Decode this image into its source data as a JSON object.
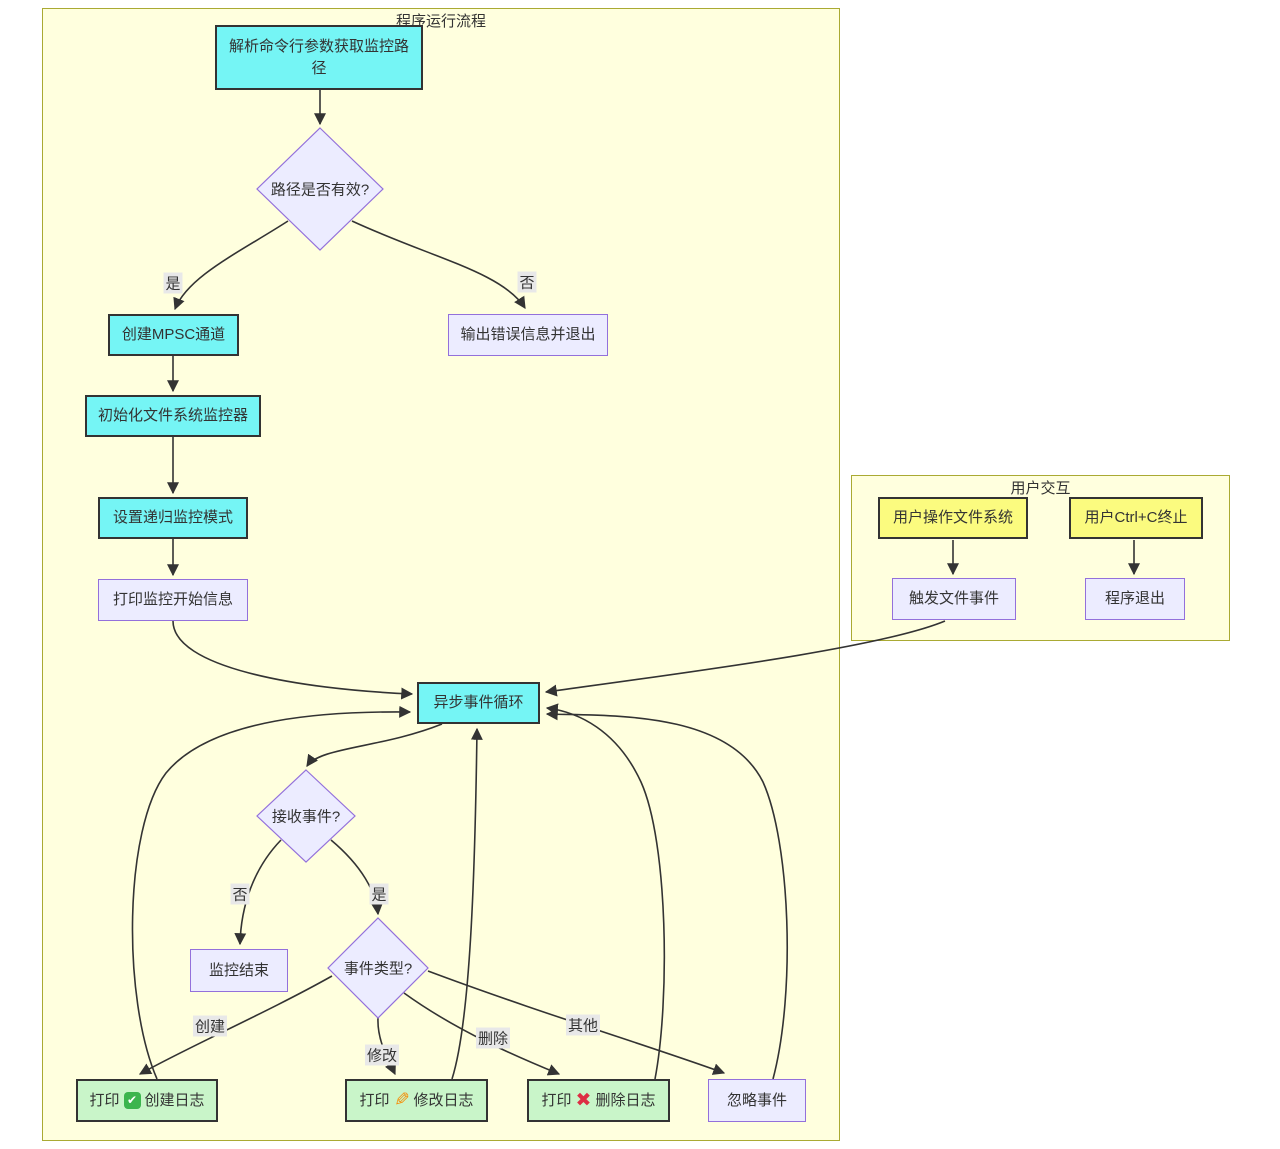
{
  "colors": {
    "node_highlight": "#75f5f5",
    "node_default": "#ececff",
    "node_default_border": "#9370db",
    "node_success": "#c9f5c9",
    "node_user": "#fbfb7f",
    "dark_border": "#333333",
    "cluster_bg": "#ffffde",
    "cluster_border": "#aaaa33",
    "edge": "#333333",
    "label_bg": "#e8e8e8",
    "text": "#333333",
    "icon_check_bg": "#3cb54e",
    "icon_pencil": "#f4900c",
    "icon_cross": "#dd2e44"
  },
  "subgraphs": {
    "main": {
      "title": "程序运行流程"
    },
    "user": {
      "title": "用户交互"
    }
  },
  "nodes": {
    "parse_args": {
      "label": "解析命令行参数获取监控路径"
    },
    "path_valid": {
      "label": "路径是否有效?"
    },
    "create_channel": {
      "label": "创建MPSC通道"
    },
    "error_exit": {
      "label": "输出错误信息并退出"
    },
    "init_watcher": {
      "label": "初始化文件系统监控器"
    },
    "set_recursive": {
      "label": "设置递归监控模式"
    },
    "print_start": {
      "label": "打印监控开始信息"
    },
    "event_loop": {
      "label": "异步事件循环"
    },
    "receive_event": {
      "label": "接收事件?"
    },
    "monitor_end": {
      "label": "监控结束"
    },
    "event_type": {
      "label": "事件类型?"
    },
    "print_create": {
      "before": "打印",
      "icon": "✔",
      "after": "创建日志"
    },
    "print_modify": {
      "before": "打印",
      "icon": "✎",
      "after": "修改日志"
    },
    "print_delete": {
      "before": "打印",
      "icon": "✖",
      "after": "删除日志"
    },
    "ignore_event": {
      "label": "忽略事件"
    },
    "user_operate": {
      "label": "用户操作文件系统"
    },
    "user_ctrlc": {
      "label": "用户Ctrl+C终止"
    },
    "trigger_event": {
      "label": "触发文件事件"
    },
    "program_exit": {
      "label": "程序退出"
    }
  },
  "edge_labels": {
    "yes1": "是",
    "no1": "否",
    "no2": "否",
    "yes2": "是",
    "create": "创建",
    "modify": "修改",
    "delete": "删除",
    "other": "其他"
  }
}
